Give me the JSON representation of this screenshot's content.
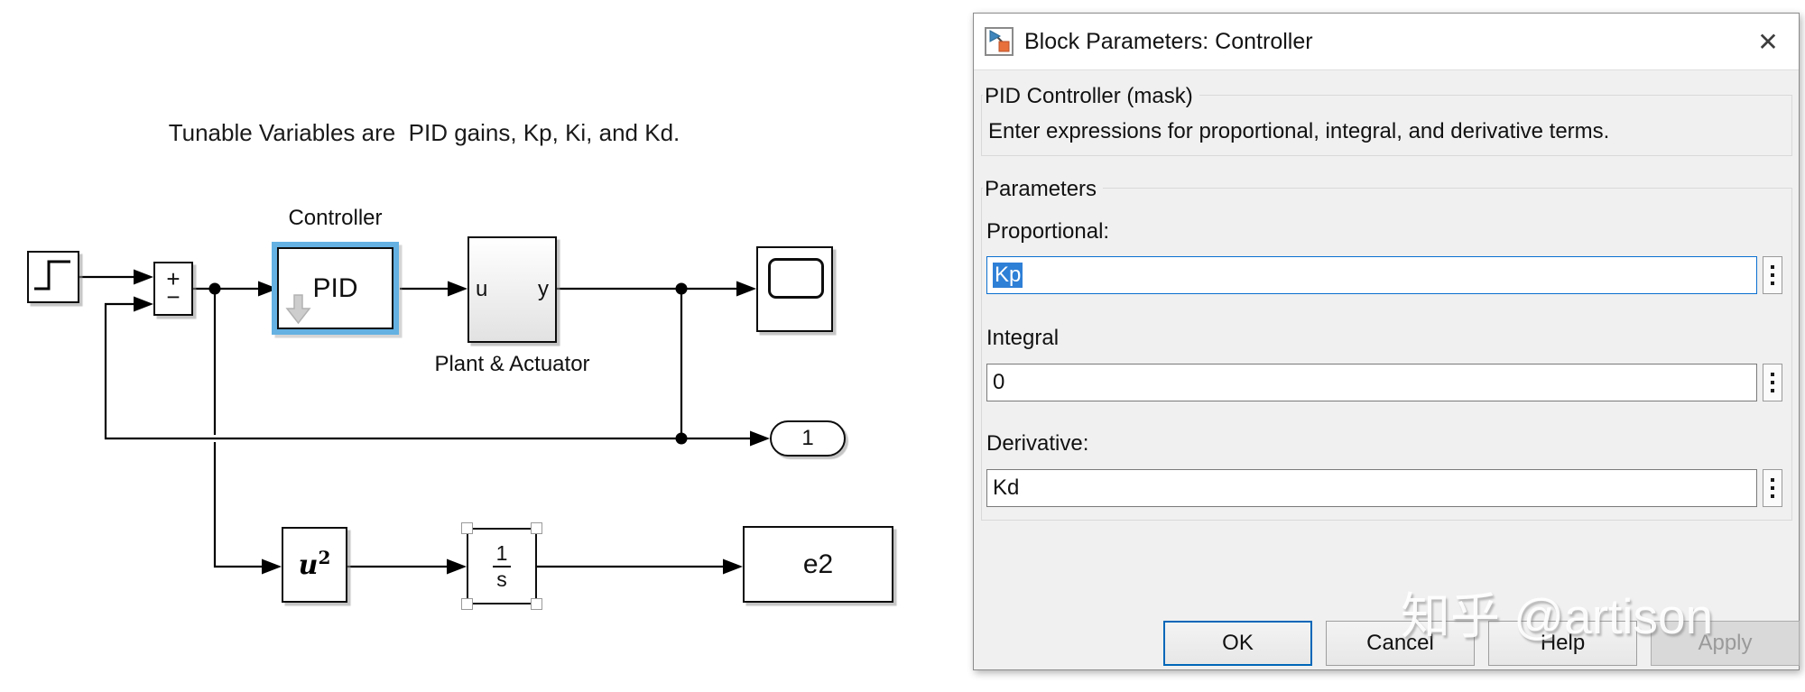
{
  "diagram": {
    "annotation": "Tunable Variables are  PID gains, Kp, Ki, and Kd.",
    "sum": {
      "plus": "+",
      "minus": "−"
    },
    "controller": {
      "label": "Controller",
      "text": "PID"
    },
    "plant": {
      "label": "Plant & Actuator",
      "input_port": "u",
      "output_port": "y"
    },
    "outport": {
      "value": "1"
    },
    "square": {
      "base": "u",
      "exp": "2"
    },
    "integrator": {
      "numerator": "1",
      "denominator": "s"
    },
    "to_workspace": {
      "text": "e2"
    }
  },
  "dialog": {
    "title": "Block Parameters: Controller",
    "close_glyph": "✕",
    "mask": {
      "title": "PID Controller (mask)",
      "description": "Enter expressions for proportional, integral, and derivative terms."
    },
    "parameters": {
      "title": "Parameters",
      "fields": [
        {
          "label": "Proportional:",
          "value": "Kp"
        },
        {
          "label": "Integral",
          "value": "0"
        },
        {
          "label": "Derivative:",
          "value": "Kd"
        }
      ]
    },
    "buttons": [
      {
        "label": "OK"
      },
      {
        "label": "Cancel"
      },
      {
        "label": "Help"
      },
      {
        "label": "Apply"
      }
    ]
  },
  "watermark": "知乎 @artison",
  "colors": {
    "selection_blue": "#2e7fd6",
    "focus_border": "#0b6fd0",
    "block_highlight": "#64b1e2",
    "ok_border": "#0067b8"
  }
}
